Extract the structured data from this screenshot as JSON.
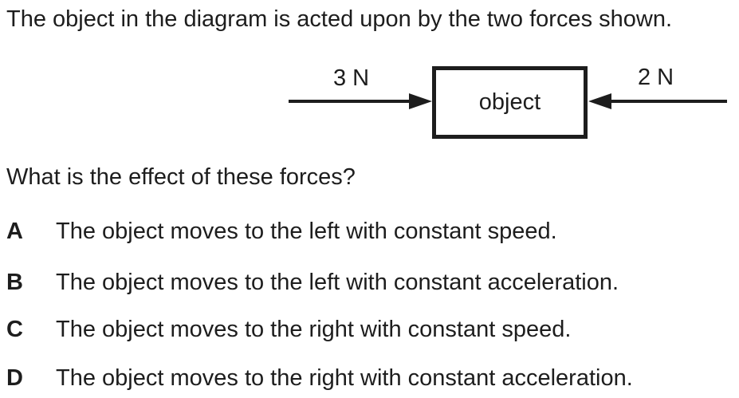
{
  "question": {
    "prompt": "The object in the diagram is acted upon by the two forces shown.",
    "text": "What is the effect of these forces?"
  },
  "diagram": {
    "object_label": "object",
    "left_force": {
      "label": "3 N",
      "direction": "right",
      "magnitude_newtons": 3
    },
    "right_force": {
      "label": "2 N",
      "direction": "left",
      "magnitude_newtons": 2
    }
  },
  "options": [
    {
      "letter": "A",
      "text": "The object moves to the left with constant speed."
    },
    {
      "letter": "B",
      "text": "The object moves to the left with constant acceleration."
    },
    {
      "letter": "C",
      "text": "The object moves to the right with constant speed."
    },
    {
      "letter": "D",
      "text": "The object moves to the right with constant acceleration."
    }
  ],
  "colors": {
    "ink": "#1d1d1d",
    "background": "#ffffff"
  }
}
